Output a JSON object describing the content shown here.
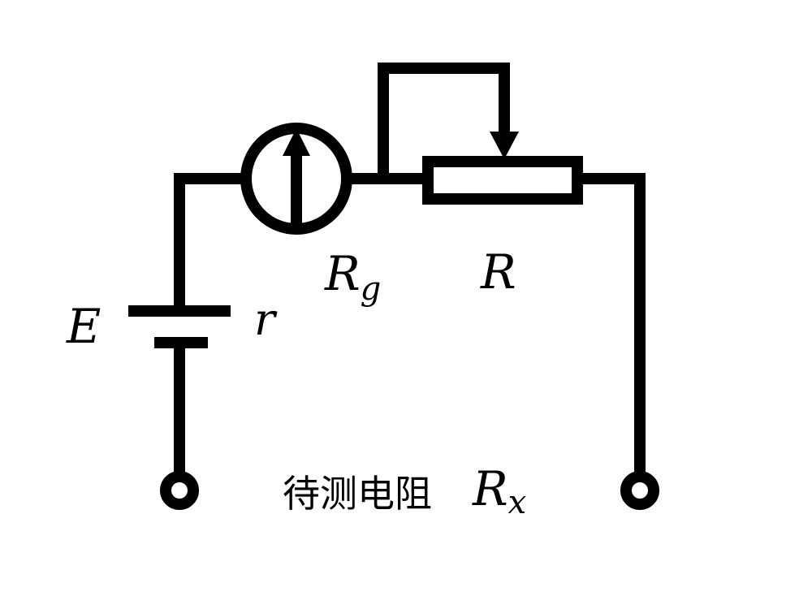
{
  "labels": {
    "emf": "E",
    "internal_resistance": "r",
    "galvanometer": "R",
    "galvanometer_sub": "g",
    "rheostat": "R",
    "unknown_text": "待测电阻",
    "unknown": "R",
    "unknown_sub": "x"
  },
  "colors": {
    "stroke": "#000000",
    "background": "#ffffff"
  }
}
